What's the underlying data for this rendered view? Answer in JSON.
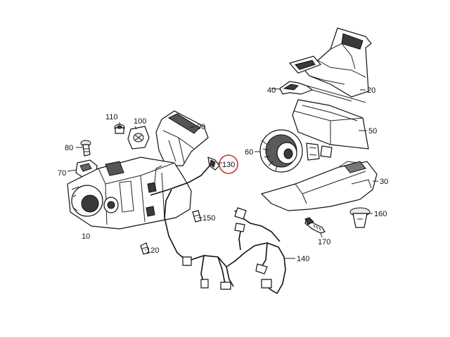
{
  "callouts": {
    "c10": "10",
    "c20": "20",
    "c30": "30",
    "c40": "40",
    "c50": "50",
    "c60": "60",
    "c70": "70",
    "c80": "80",
    "c90": "90",
    "c100": "100",
    "c110": "110",
    "c120": "120",
    "c130": "130",
    "c140": "140",
    "c150": "150",
    "c160": "160",
    "c170": "170"
  },
  "highlight": {
    "callout": "130",
    "color": "#d0302a"
  },
  "colors": {
    "ink": "#111111",
    "background": "#ffffff"
  }
}
